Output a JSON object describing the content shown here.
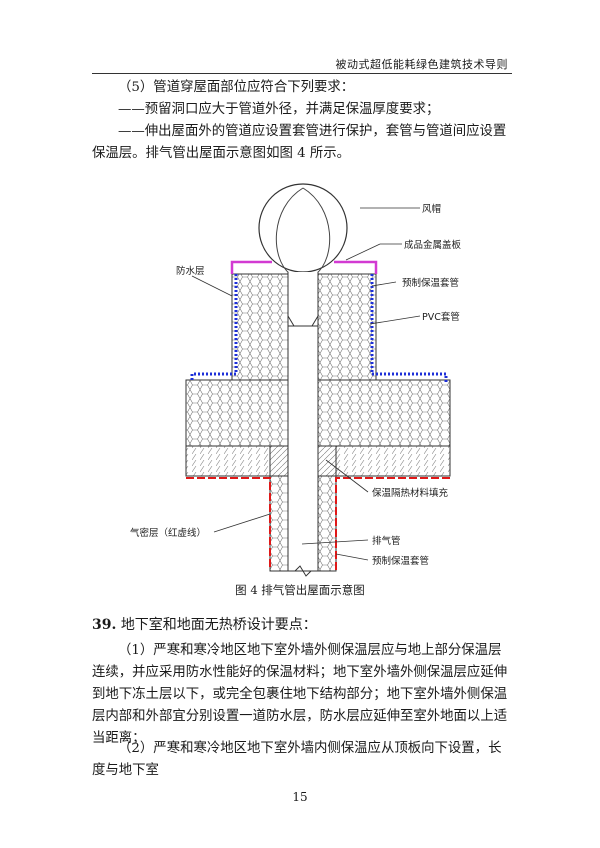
{
  "header": {
    "title": "被动式超低能耗绿色建筑技术导则"
  },
  "paragraphs": {
    "p5_title": "（5）管道穿屋面部位应符合下列要求：",
    "p5_a": "——预留洞口应大于管道外径，并满足保温厚度要求；",
    "p5_b": "——伸出屋面外的管道应设置套管进行保护，套管与管道间应设置保温层。排气管出屋面示意图如图 4 所示。",
    "s39_num": "39.",
    "s39_title": "地下室和地面无热桥设计要点：",
    "s39_1": "（1）严寒和寒冷地区地下室外墙外侧保温层应与地上部分保温层连续，并应采用防水性能好的保温材料；地下室外墙外侧保温层应延伸到地下冻土层以下，或完全包裹住地下结构部分；地下室外墙外侧保温层内部和外部宜分别设置一道防水层，防水层应延伸至室外地面以上适当距离；",
    "s39_2": "（2）严寒和寒冷地区地下室外墙内侧保温应从顶板向下设置，长度与地下室"
  },
  "figure": {
    "caption": "图 4 排气管出屋面示意图",
    "labels": {
      "hood": "风帽",
      "metal_cover": "成品金属盖板",
      "waterproof": "防水层",
      "prefab_sleeve_top": "预制保温套管",
      "pvc_sleeve": "PVC套管",
      "insulation_fill": "保温隔热材料填充",
      "airtight": "气密层（红虚线）",
      "exhaust_pipe": "排气管",
      "prefab_sleeve_bottom": "预制保温套管"
    }
  },
  "page_number": "15"
}
